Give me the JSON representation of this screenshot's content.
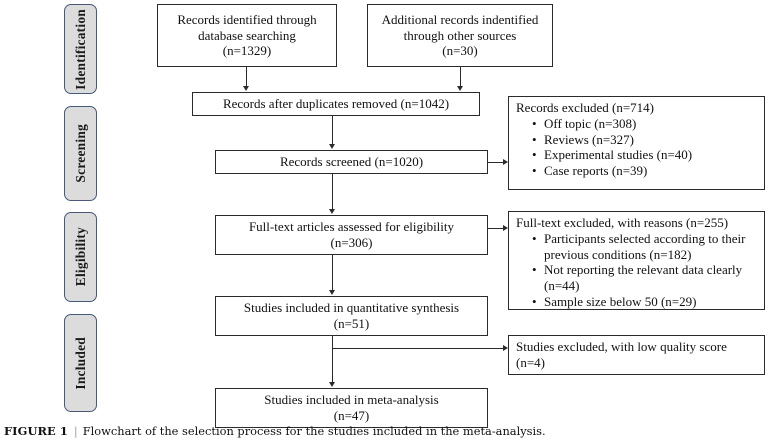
{
  "figure": {
    "number": "FIGURE 1",
    "separator": "|",
    "caption": "Flowchart of the selection process for the studies included in the meta-analysis."
  },
  "stages": [
    {
      "label": "Identification"
    },
    {
      "label": "Screening"
    },
    {
      "label": "Eligibility"
    },
    {
      "label": "Included"
    }
  ],
  "boxes": {
    "records_identified": {
      "line1": "Records identified through",
      "line2": "database searching",
      "line3": "(n=1329)"
    },
    "additional_records": {
      "line1": "Additional records indentified",
      "line2": "through other sources",
      "line3": "(n=30)"
    },
    "duplicates_removed": {
      "line1": "Records after duplicates removed (n=1042)"
    },
    "records_screened": {
      "line1": "Records screened (n=1020)"
    },
    "records_excluded": {
      "heading": "Records excluded (n=714)",
      "items": [
        "Off topic (n=308)",
        "Reviews (n=327)",
        "Experimental studies (n=40)",
        "Case reports (n=39)"
      ]
    },
    "fulltext_assessed": {
      "line1": "Full-text articles assessed for eligibility",
      "line2": "(n=306)"
    },
    "fulltext_excluded": {
      "heading": "Full-text excluded, with reasons (n=255)",
      "items": [
        "Participants selected according to their previous conditions (n=182)",
        "Not reporting the relevant data clearly (n=44)",
        "Sample size below 50 (n=29)"
      ]
    },
    "quantitative_synthesis": {
      "line1": "Studies included in quantitative synthesis",
      "line2": "(n=51)"
    },
    "low_quality_excluded": {
      "line1": "Studies excluded, with low quality score",
      "line2": "(n=4)"
    },
    "meta_analysis": {
      "line1": "Studies included in meta-analysis",
      "line2": "(n=47)"
    }
  },
  "colors": {
    "stage_fill": "#dcdcdc",
    "stage_border": "#48597a",
    "box_border": "#2b2b2b",
    "background": "#ffffff",
    "caption_separator": "#9b9b9b"
  }
}
